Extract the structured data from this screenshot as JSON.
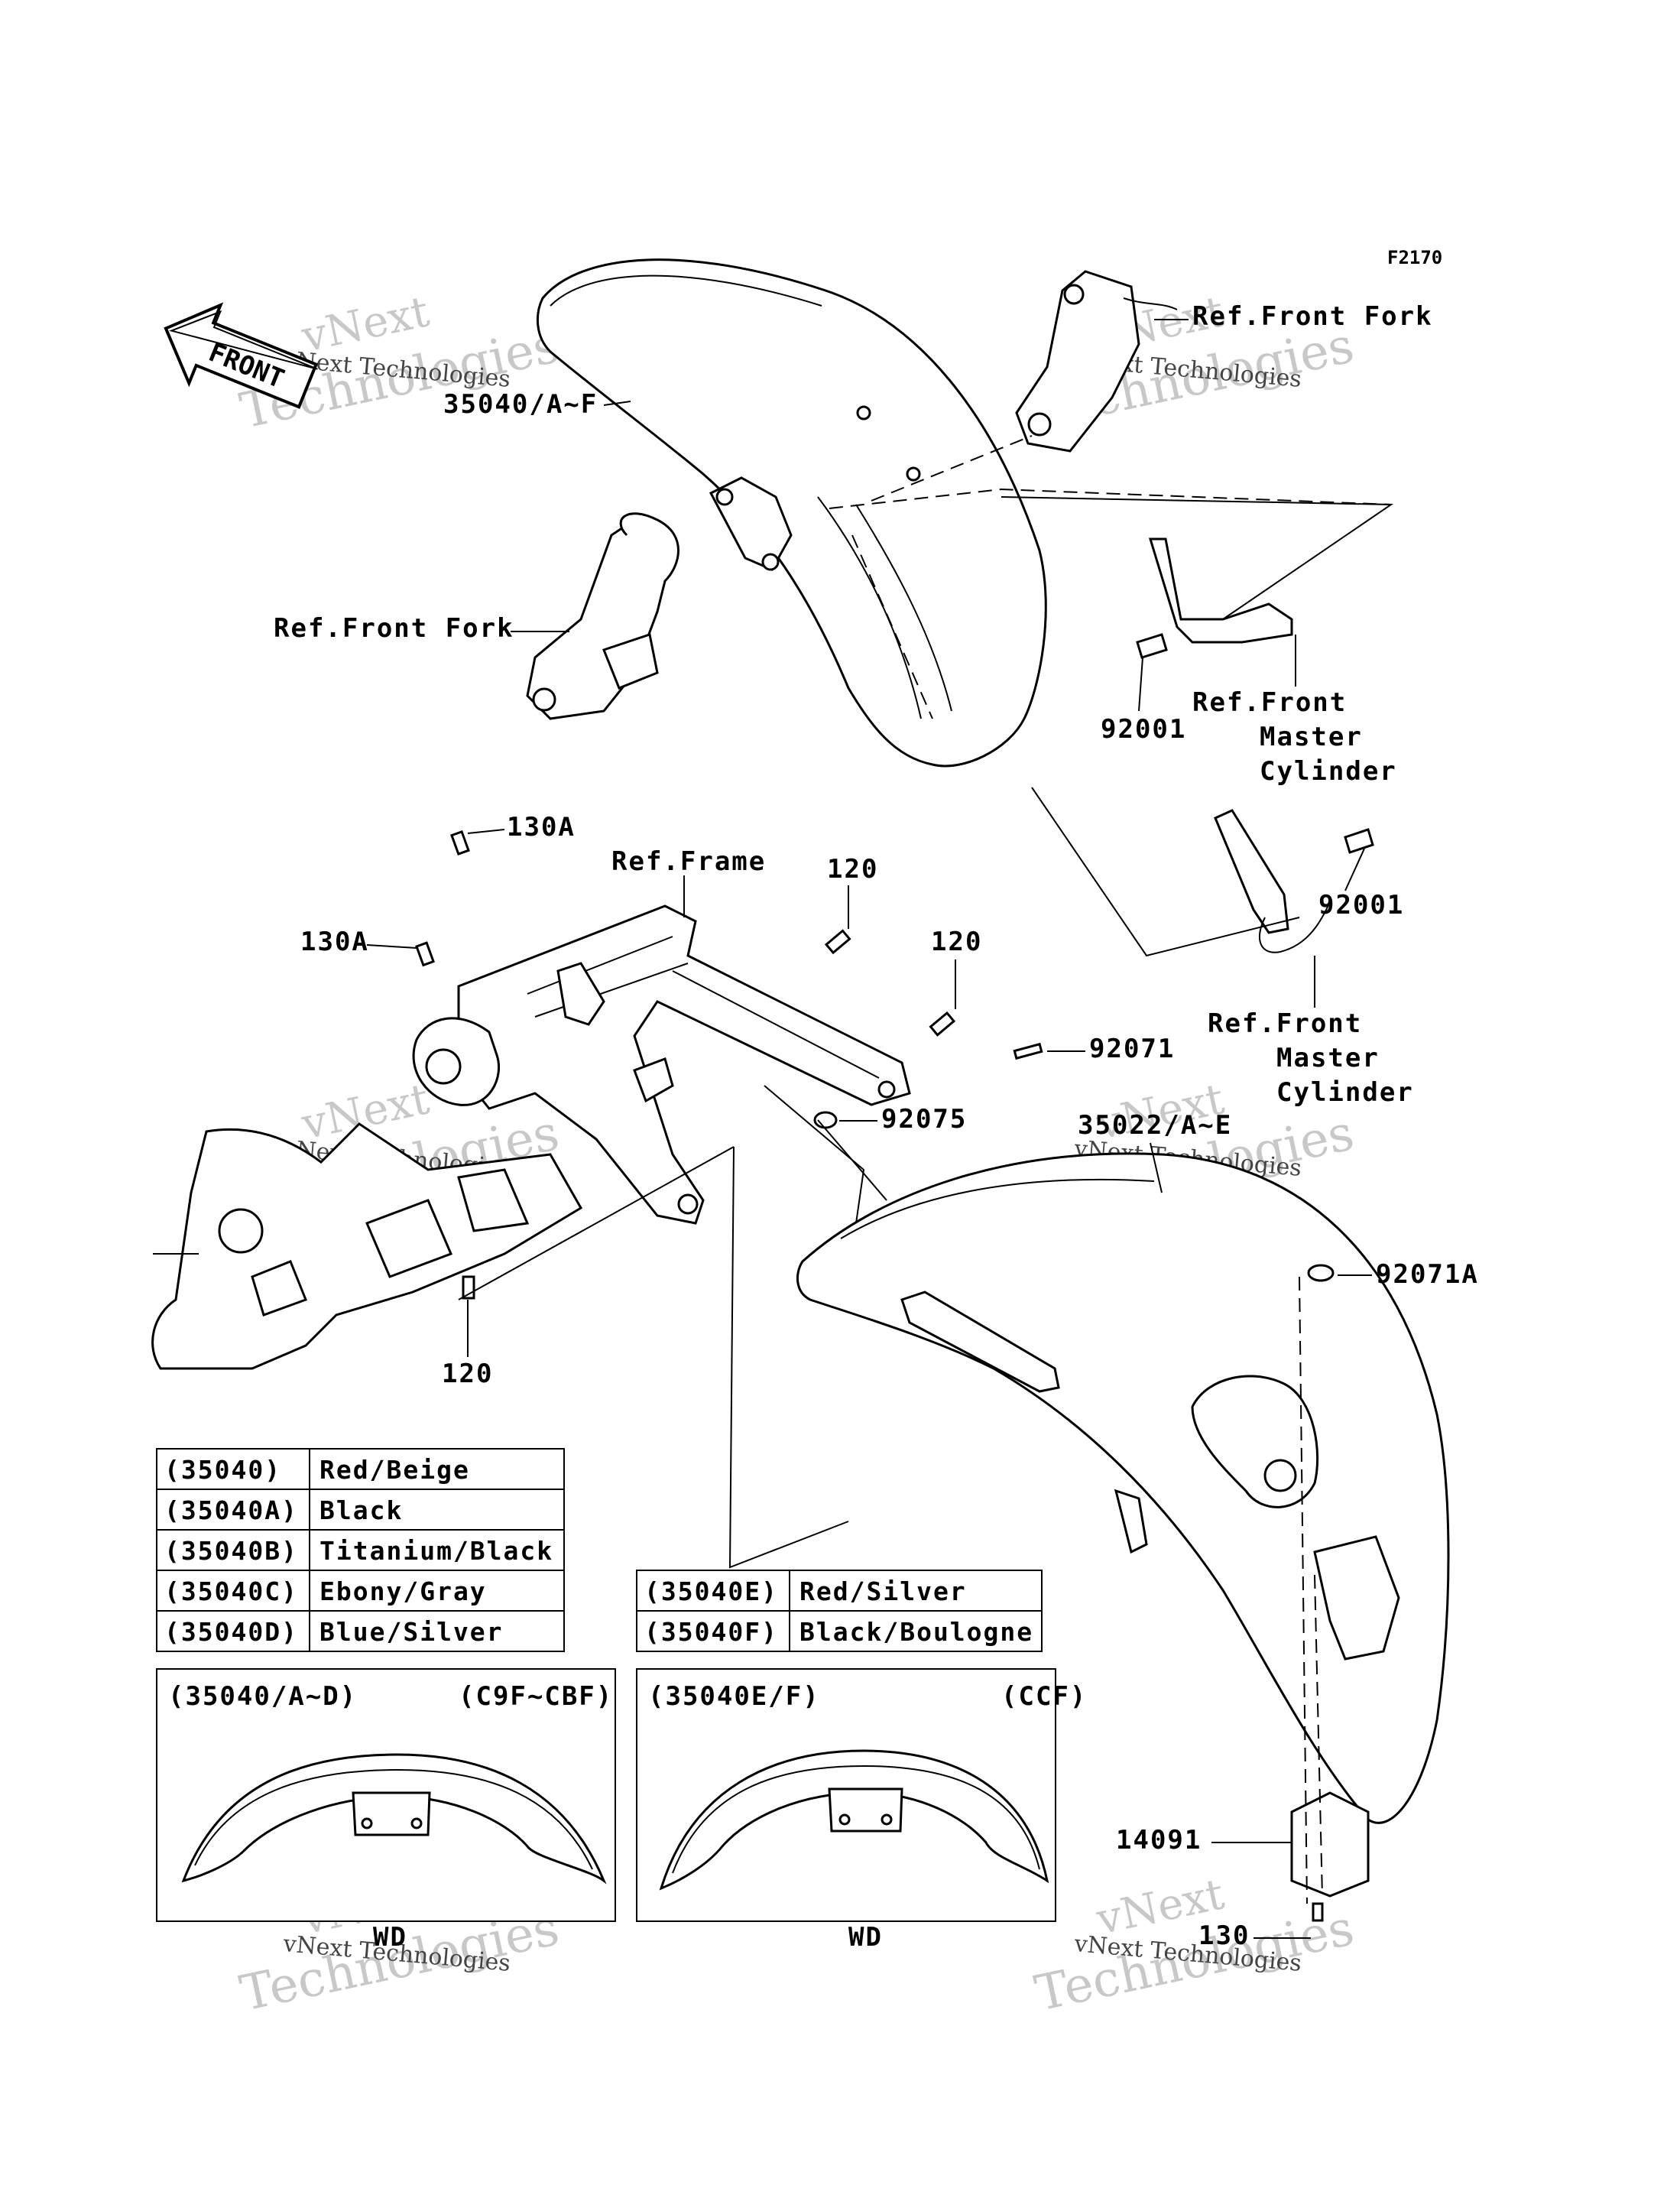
{
  "diagram_code": "F2170",
  "front_arrow": "FRONT",
  "watermark": {
    "brand": "vNext Technologies",
    "line1": "vNext",
    "line2": "Technologies"
  },
  "labels": {
    "front_fender_part": "35040/A~F",
    "ref_front_fork_top": "Ref.Front Fork",
    "ref_front_fork_left": "Ref.Front Fork",
    "ref_master_cyl_1": [
      "Ref.Front",
      "Master",
      "Cylinder"
    ],
    "ref_master_cyl_2": [
      "Ref.Front",
      "Master",
      "Cylinder"
    ],
    "bolt_92001_a": "92001",
    "bolt_92001_b": "92001",
    "bolt_130A_a": "130A",
    "bolt_130A_b": "130A",
    "ref_frame": "Ref.Frame",
    "bolt_120_a": "120",
    "bolt_120_b": "120",
    "bolt_120_c": "120",
    "clip_92071": "92071",
    "grommet_92075": "92075",
    "rear_fender_part": "35022/A~E",
    "clip_92071A": "92071A",
    "cover_14091": "14091",
    "bolt_130": "130"
  },
  "color_table_left": [
    {
      "code": "(35040)",
      "color": "Red/Beige"
    },
    {
      "code": "(35040A)",
      "color": "Black"
    },
    {
      "code": "(35040B)",
      "color": "Titanium/Black"
    },
    {
      "code": "(35040C)",
      "color": "Ebony/Gray"
    },
    {
      "code": "(35040D)",
      "color": "Blue/Silver"
    }
  ],
  "color_table_right": [
    {
      "code": "(35040E)",
      "color": "Red/Silver"
    },
    {
      "code": "(35040F)",
      "color": "Black/Boulogne"
    }
  ],
  "inset_left": {
    "part": "(35040/A~D)",
    "model": "(C9F~CBF)",
    "label": "WD"
  },
  "inset_right": {
    "part": "(35040E/F)",
    "model": "(CCF)",
    "label": "WD"
  }
}
